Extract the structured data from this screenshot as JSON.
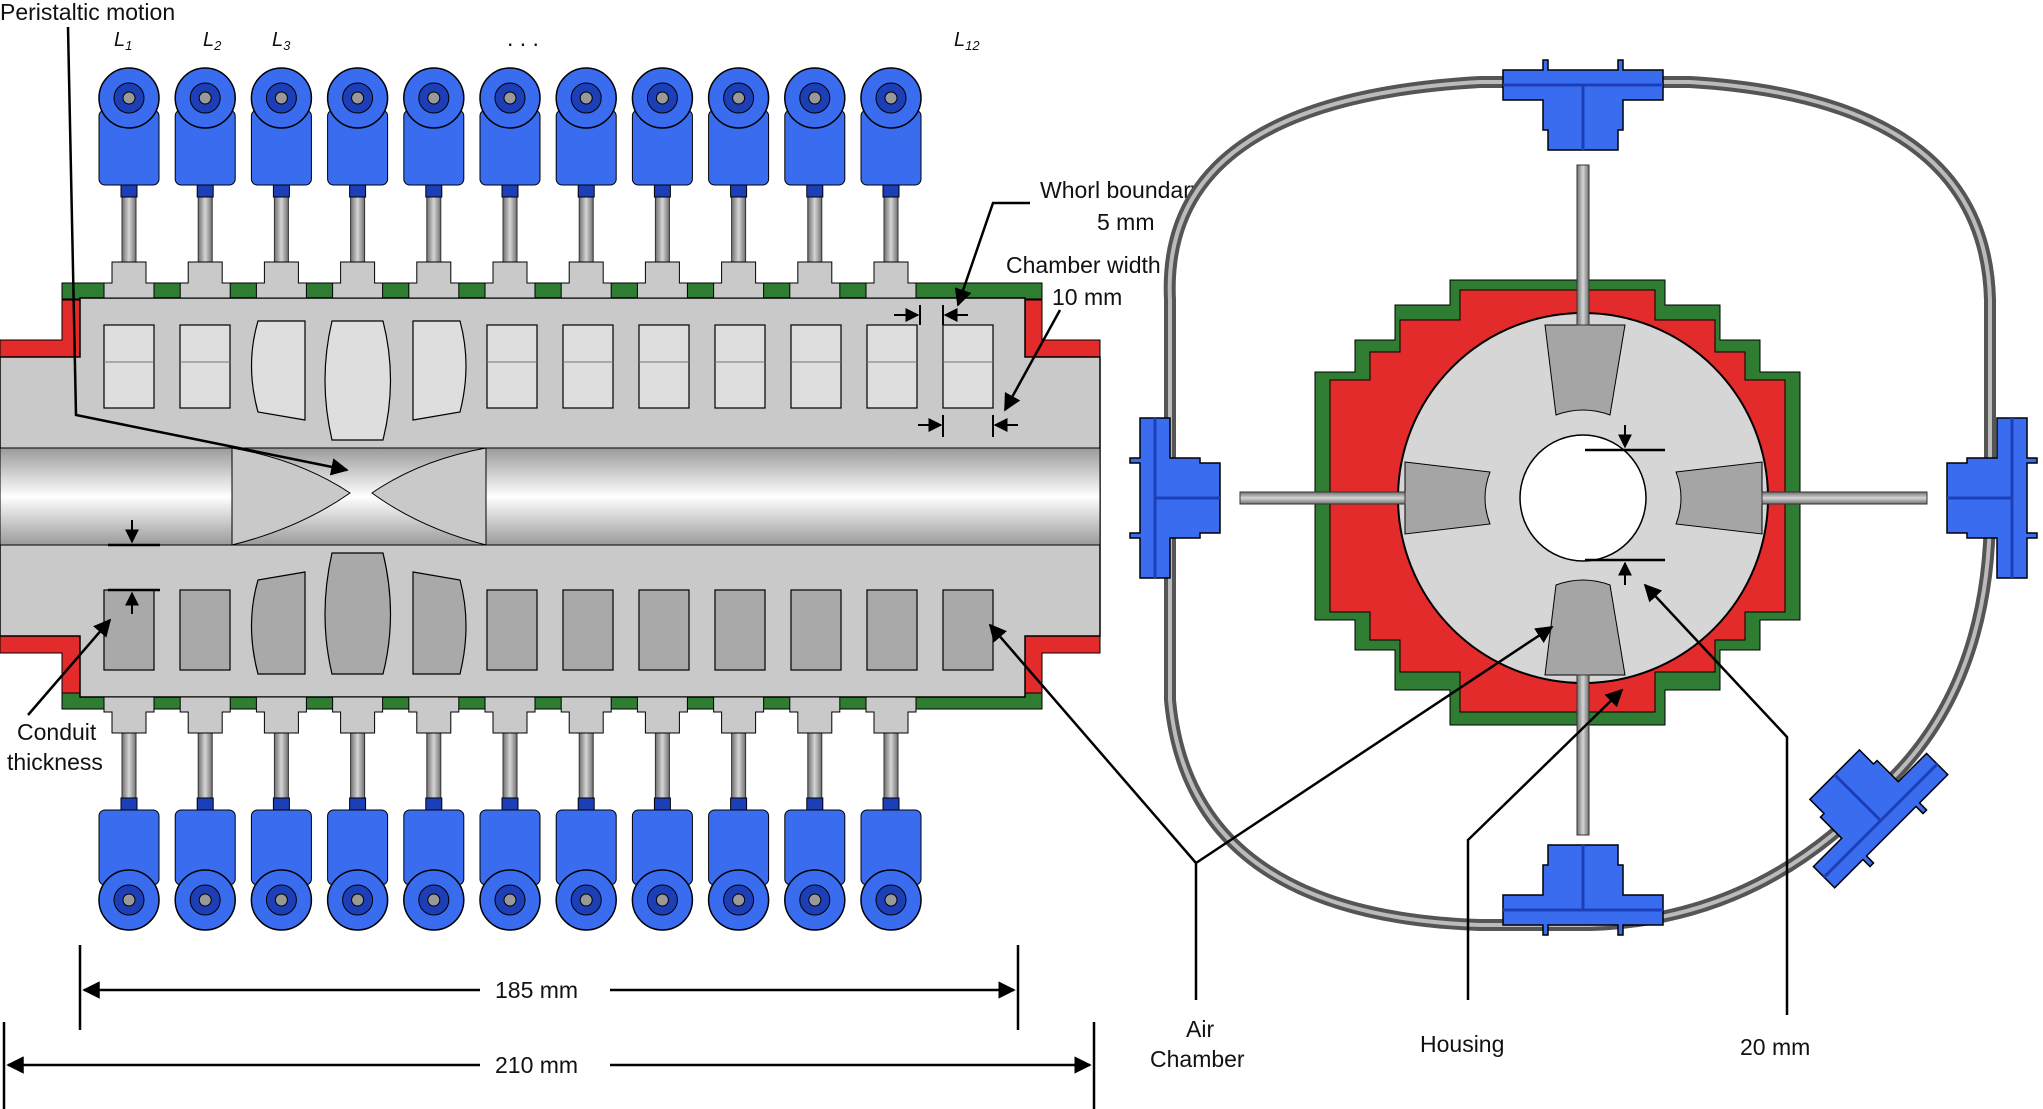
{
  "labels": {
    "peristaltic": "Peristaltic motion",
    "whorl_boundary_1": "Whorl boundary",
    "whorl_boundary_2": "5 mm",
    "chamber_width_1": "Chamber width",
    "chamber_width_2": "10 mm",
    "conduit_1": "Conduit",
    "conduit_2": "thickness",
    "dim_185": "185 mm",
    "dim_210": "210 mm",
    "air_1": "Air",
    "air_2": "Chamber",
    "housing": "Housing",
    "dim_20": "20 mm"
  },
  "actuator_labels": {
    "L1_main": "L",
    "L1_sub": "1",
    "L2_main": "L",
    "L2_sub": "2",
    "L3_main": "L",
    "L3_sub": "3",
    "dots": ". . .",
    "L12_main": "L",
    "L12_sub": "12"
  },
  "colors": {
    "actuator_blue": "#3a6cf0",
    "actuator_dark": "#1c3fb8",
    "conduit_grey": "#c8c8c8",
    "chamber_grey": "#dcdcdc",
    "housing_red": "#e32b2b",
    "frame_green": "#2e7d32",
    "rod_grey": "#8c8c8c"
  },
  "actuator_count_per_side": 11
}
